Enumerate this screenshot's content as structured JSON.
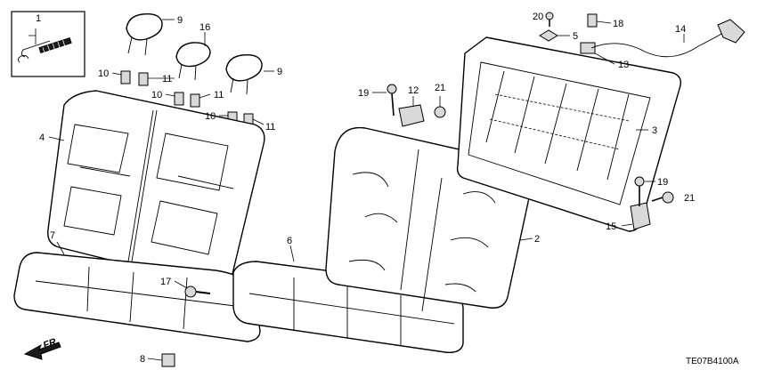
{
  "diagram_code": "TE07B4100A",
  "direction_label": "FR.",
  "callouts": [
    {
      "id": "c1",
      "text": "1"
    },
    {
      "id": "c2",
      "text": "2"
    },
    {
      "id": "c3",
      "text": "3"
    },
    {
      "id": "c4",
      "text": "4"
    },
    {
      "id": "c5",
      "text": "5"
    },
    {
      "id": "c6",
      "text": "6"
    },
    {
      "id": "c7",
      "text": "7"
    },
    {
      "id": "c8",
      "text": "8"
    },
    {
      "id": "c9a",
      "text": "9"
    },
    {
      "id": "c9b",
      "text": "9"
    },
    {
      "id": "c10a",
      "text": "10"
    },
    {
      "id": "c10b",
      "text": "10"
    },
    {
      "id": "c10c",
      "text": "10"
    },
    {
      "id": "c11a",
      "text": "11"
    },
    {
      "id": "c11b",
      "text": "11"
    },
    {
      "id": "c11c",
      "text": "11"
    },
    {
      "id": "c12",
      "text": "12"
    },
    {
      "id": "c13",
      "text": "13"
    },
    {
      "id": "c14",
      "text": "14"
    },
    {
      "id": "c15",
      "text": "15"
    },
    {
      "id": "c16",
      "text": "16"
    },
    {
      "id": "c17",
      "text": "17"
    },
    {
      "id": "c18",
      "text": "18"
    },
    {
      "id": "c19a",
      "text": "19"
    },
    {
      "id": "c19b",
      "text": "19"
    },
    {
      "id": "c20",
      "text": "20"
    },
    {
      "id": "c21a",
      "text": "21"
    },
    {
      "id": "c21b",
      "text": "21"
    }
  ]
}
